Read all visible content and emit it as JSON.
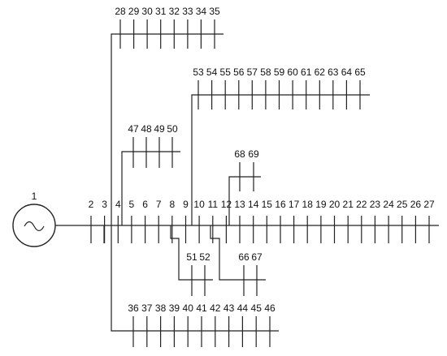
{
  "source": {
    "label": "1",
    "icon": "ac-source-icon"
  },
  "main_feeder": {
    "labels": [
      "2",
      "3",
      "4",
      "5",
      "6",
      "7",
      "8",
      "9",
      "10",
      "11",
      "12",
      "13",
      "14",
      "15",
      "16",
      "17",
      "18",
      "19",
      "20",
      "21",
      "22",
      "23",
      "24",
      "25",
      "26",
      "27"
    ]
  },
  "branches": {
    "top_28_35": {
      "labels": [
        "28",
        "29",
        "30",
        "31",
        "32",
        "33",
        "34",
        "35"
      ]
    },
    "mid_53_65": {
      "labels": [
        "53",
        "54",
        "55",
        "56",
        "57",
        "58",
        "59",
        "60",
        "61",
        "62",
        "63",
        "64",
        "65"
      ]
    },
    "small_47_50": {
      "labels": [
        "47",
        "48",
        "49",
        "50"
      ]
    },
    "small_68_69": {
      "labels": [
        "68",
        "69"
      ]
    },
    "bottom_51_52": {
      "labels": [
        "51",
        "52"
      ]
    },
    "bottom_66_67": {
      "labels": [
        "66",
        "67"
      ]
    },
    "bottom_36_46": {
      "labels": [
        "36",
        "37",
        "38",
        "39",
        "40",
        "41",
        "42",
        "43",
        "44",
        "45",
        "46"
      ]
    }
  },
  "colors": {
    "line": "#222222",
    "text": "#111111",
    "background": "#ffffff"
  }
}
